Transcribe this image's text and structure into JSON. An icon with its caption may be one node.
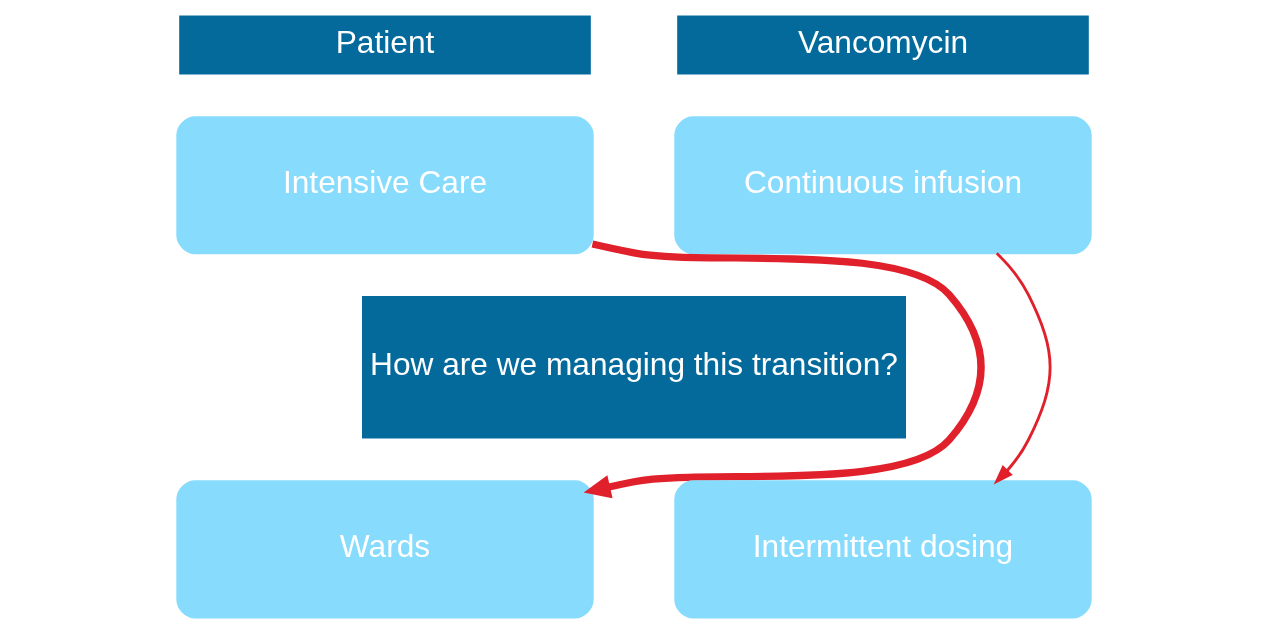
{
  "diagram": {
    "nodes": [
      {
        "text": [
          "Patient"
        ]
      },
      {
        "text": [
          "Vancomycin"
        ]
      },
      {
        "text": [
          "Intensive Care"
        ]
      },
      {
        "text": [
          "Continuous infusion"
        ]
      },
      {
        "text": [
          "How are we managing this transition?"
        ]
      },
      {
        "text": [
          "Wards"
        ]
      },
      {
        "text": [
          "Intermittent dosing"
        ]
      }
    ],
    "edges": [
      {
        "from": 2,
        "to": 5,
        "arrow": "to",
        "style": "thick",
        "color": "#e0202a"
      },
      {
        "from": 3,
        "to": 6,
        "arrow": "to",
        "color": "#e0202a"
      }
    ]
  }
}
